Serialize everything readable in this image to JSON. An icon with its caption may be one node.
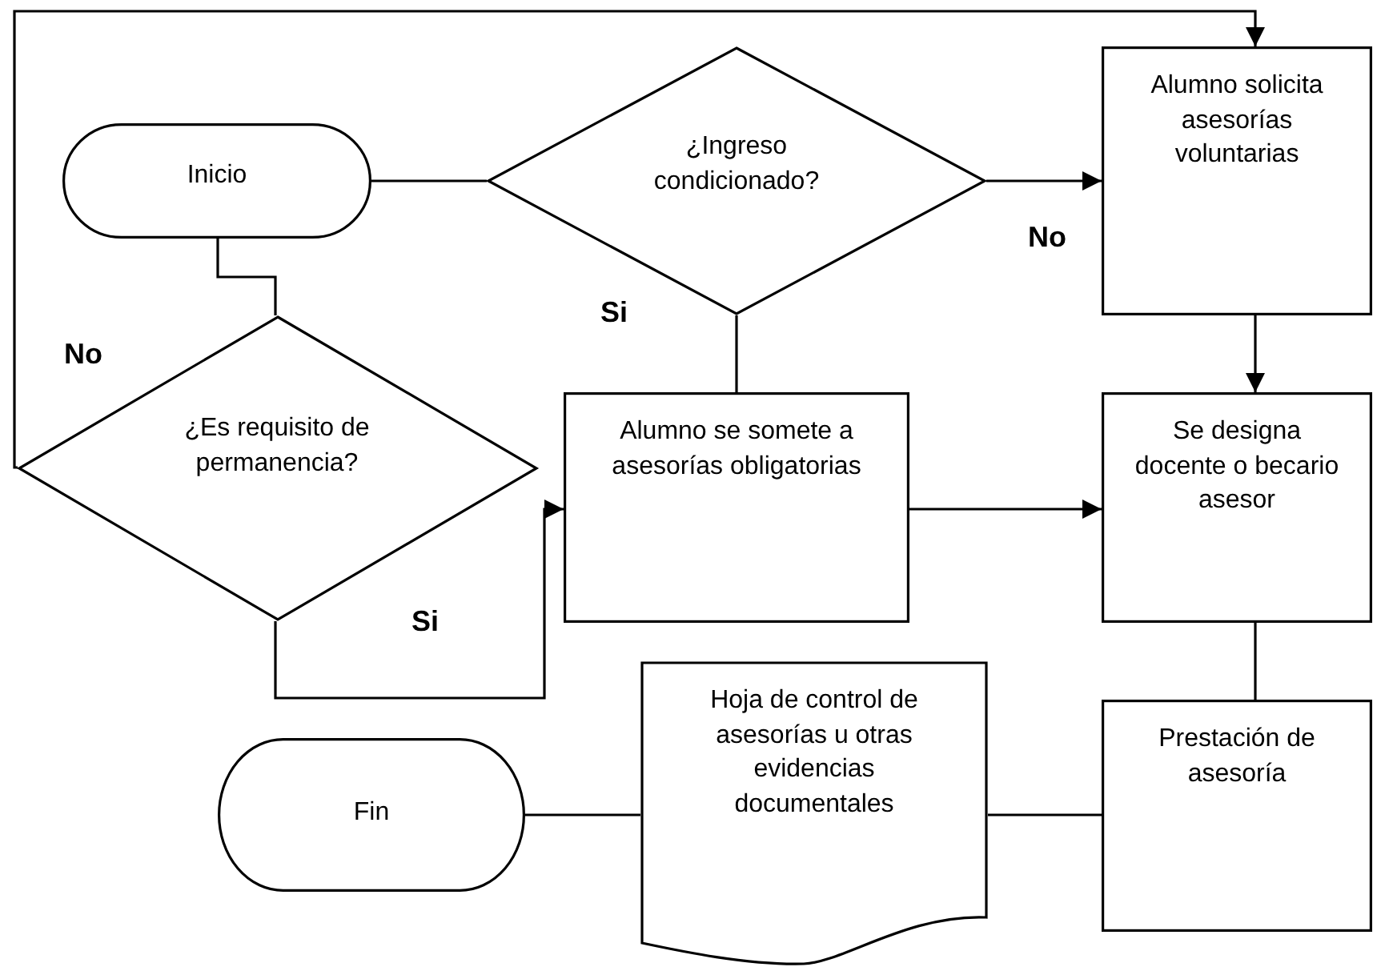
{
  "diagram": {
    "nodes": [
      {
        "text": [
          "Inicio"
        ]
      },
      {
        "text": [
          "¿Ingreso condicionado?"
        ]
      },
      {
        "text": [
          "Alumno solicita asesorías voluntarias"
        ]
      },
      {
        "text": [
          "¿Es requisito de permanencia?"
        ]
      },
      {
        "text": [
          "Alumno se somete a asesorías obligatorias"
        ]
      },
      {
        "text": [
          "Se designa docente o becario asesor"
        ]
      },
      {
        "text": [
          "Hoja de control de asesorías u otras evidencias documentales"
        ]
      },
      {
        "text": [
          "Prestación de asesoría"
        ]
      },
      {
        "text": [
          "Fin"
        ]
      }
    ],
    "edges": [
      {
        "from": 0,
        "to": 1,
        "arrow": "none"
      },
      {
        "from": 1,
        "to": 2,
        "arrow": "to",
        "label": "No"
      },
      {
        "from": 1,
        "to": 4,
        "arrow": "none",
        "label": "Si"
      },
      {
        "from": 0,
        "to": 3,
        "arrow": "none"
      },
      {
        "from": 3,
        "to": 2,
        "arrow": "to",
        "label": "No"
      },
      {
        "from": 3,
        "to": 4,
        "arrow": "to",
        "label": "Si"
      },
      {
        "from": 4,
        "to": 5,
        "arrow": "to"
      },
      {
        "from": 2,
        "to": 5,
        "arrow": "to"
      },
      {
        "from": 5,
        "to": 7,
        "arrow": "none"
      },
      {
        "from": 7,
        "to": 6,
        "arrow": "none"
      },
      {
        "from": 6,
        "to": 8,
        "arrow": "none"
      }
    ]
  }
}
